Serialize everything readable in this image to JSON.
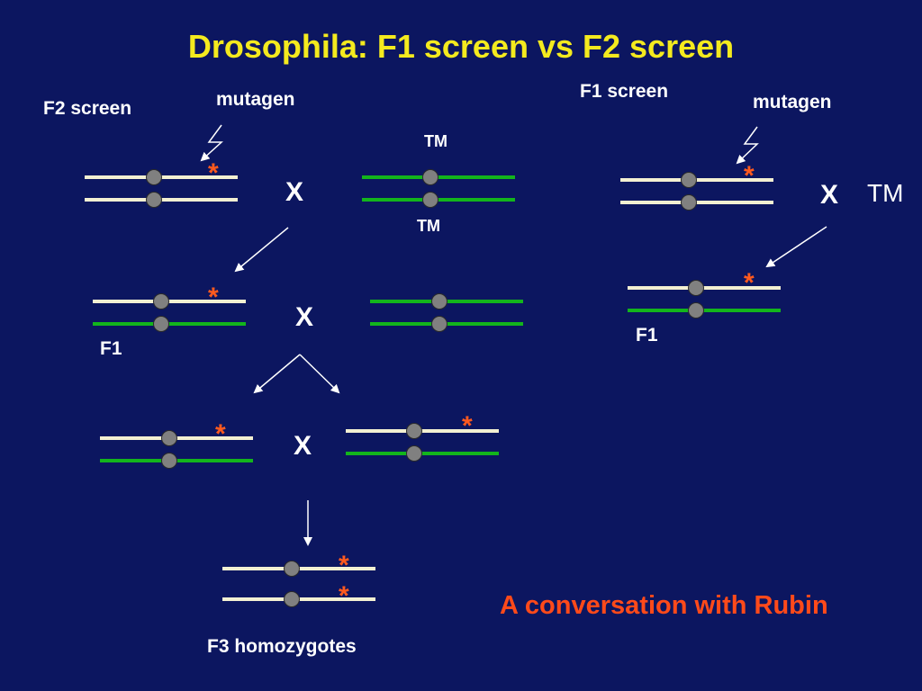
{
  "title": "Drosophila:  F1 screen vs F2 screen",
  "f2_section": {
    "heading": "F2 screen",
    "mutagen_label": "mutagen",
    "tm_top": "TM",
    "tm_bottom": "TM",
    "cross_1": "X",
    "f1_label": "F1",
    "cross_2": "X",
    "cross_3": "X",
    "f3_label": "F3 homozygotes",
    "mutation_mark": "*"
  },
  "f1_section": {
    "heading": "F1 screen",
    "mutagen_label": "mutagen",
    "cross": "X",
    "tm_label": "TM",
    "f1_label": "F1",
    "mutation_mark": "*"
  },
  "credit": "A conversation with Rubin",
  "colors": {
    "background": "#0c1660",
    "title": "#f4ea1e",
    "wild_chromosome": "#f3f0d2",
    "balancer_chromosome": "#13b51c",
    "centromere": "#808080",
    "mutation": "#ff5a1e",
    "credit": "#ff4a1a"
  }
}
